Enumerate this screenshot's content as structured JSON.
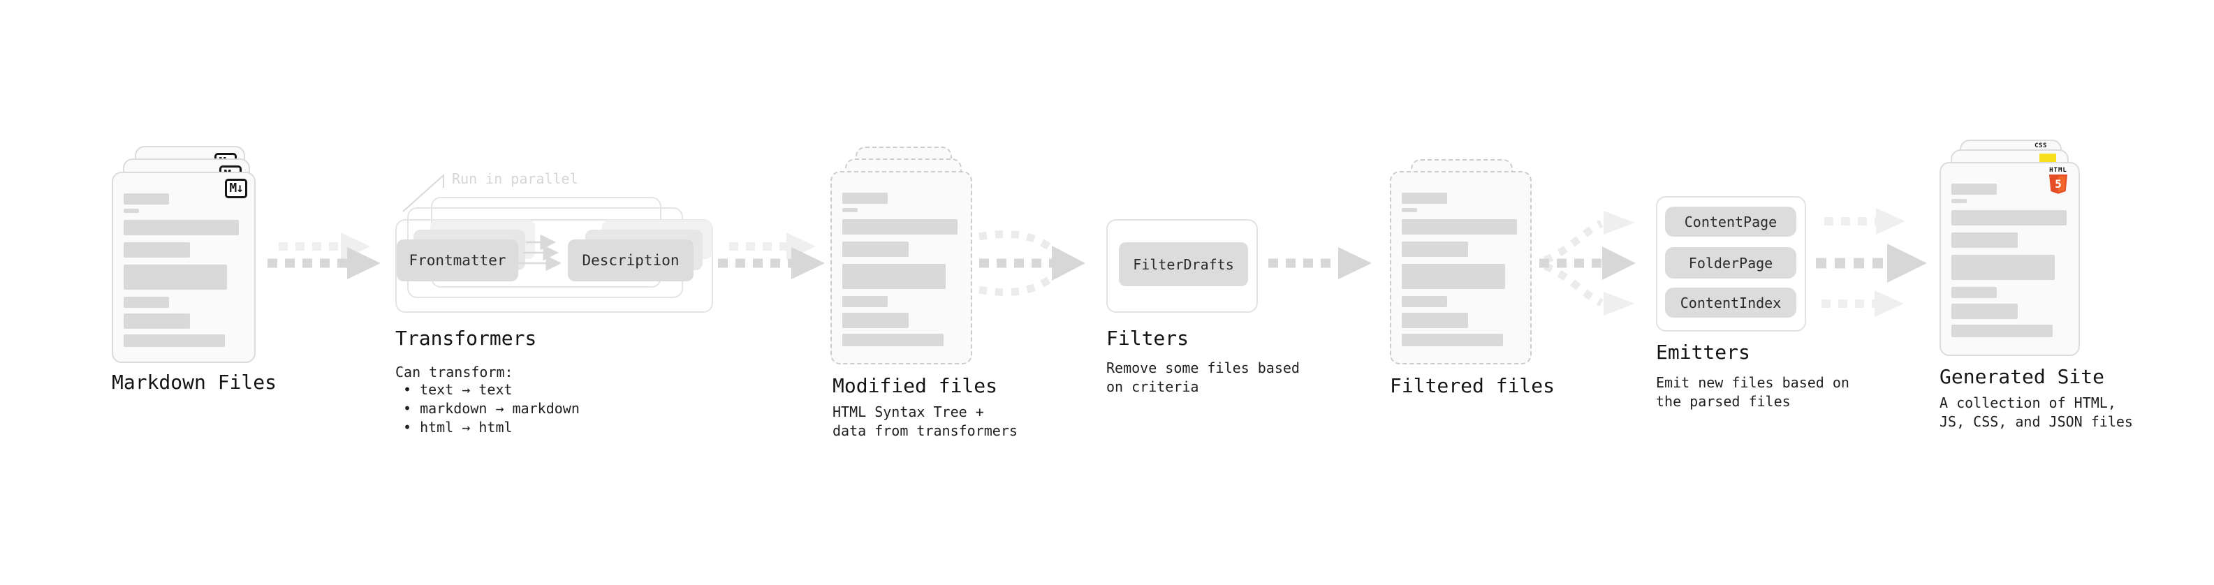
{
  "colors": {
    "background": "#ffffff",
    "card_fill": "#fafafa",
    "card_border": "#dcdcdc",
    "dashed_border": "#cccccc",
    "content_bar": "#d9d9d9",
    "container_border": "#e3e3e3",
    "pill_fill": "#dcdcdc",
    "arrow_dark": "#d7d7d7",
    "arrow_light": "#efefef",
    "heading_text": "#141414",
    "body_text": "#1f1f1f",
    "muted_text": "#d6d6d6",
    "html5_orange": "#e44d26",
    "js_yellow": "#f7df1e",
    "css_blue": "#2f6be0"
  },
  "stages": {
    "markdown": {
      "label": "Markdown Files",
      "icon_label": "M↓"
    },
    "transformers": {
      "label": "Transformers",
      "callout": "Run in parallel",
      "pill_frontmatter": "Frontmatter",
      "pill_description": "Description",
      "desc_title": "Can transform:",
      "bullets": [
        "• text → text",
        "• markdown → markdown",
        "• html → html"
      ]
    },
    "modified": {
      "label": "Modified files",
      "desc_line1": "HTML Syntax Tree +",
      "desc_line2": "data from transformers"
    },
    "filters": {
      "label": "Filters",
      "pill_filterdrafts": "FilterDrafts",
      "desc_line1": "Remove some files based",
      "desc_line2": "on criteria"
    },
    "filtered": {
      "label": "Filtered files"
    },
    "emitters": {
      "label": "Emitters",
      "pill_contentpage": "ContentPage",
      "pill_folderpage": "FolderPage",
      "pill_contentindex": "ContentIndex",
      "desc_line1": "Emit new files based on",
      "desc_line2": "the parsed files"
    },
    "generated": {
      "label": "Generated Site",
      "badge_css": "CSS",
      "badge_html_text": "HTML",
      "badge_html_number": "5",
      "desc_line1": "A collection of HTML,",
      "desc_line2": "JS, CSS, and JSON files"
    }
  }
}
